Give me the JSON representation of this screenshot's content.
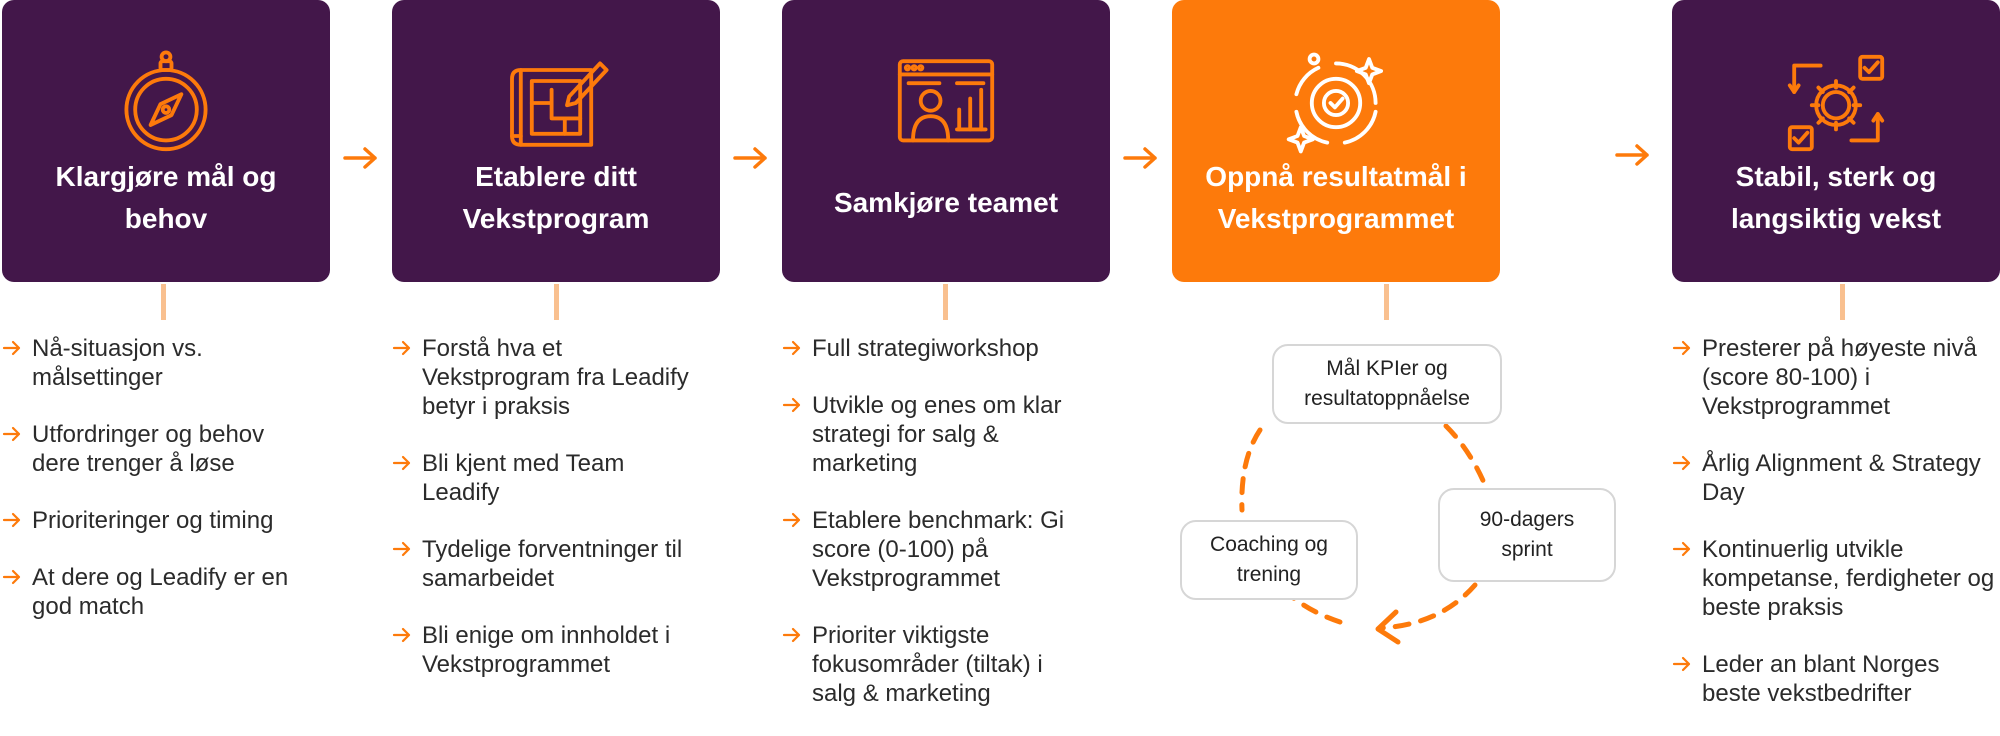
{
  "colors": {
    "dark": "#43174a",
    "accent": "#fd7a0b",
    "stem": "#f9c08f",
    "text": "#2b2b2b"
  },
  "steps": [
    {
      "title": "Klargjøre mål og behov",
      "icon": "compass-icon",
      "items": [
        "Nå-situasjon vs. målsettinger",
        "Utfordringer og behov dere trenger å løse",
        "Prioriteringer og timing",
        "At dere og Leadify er en god match"
      ]
    },
    {
      "title": "Etablere ditt Vekstprogram",
      "icon": "blueprint-pencil-icon",
      "items": [
        "Forstå hva et Vekstprogram fra Leadify betyr i praksis",
        "Bli kjent med Team Leadify",
        "Tydelige forventninger til samarbeidet",
        "Bli enige om innholdet i Vekstprogrammet"
      ]
    },
    {
      "title": "Samkjøre teamet",
      "icon": "presentation-chart-icon",
      "items": [
        "Full strategiworkshop",
        "Utvikle og enes om klar strategi for salg & marketing",
        "Etablere benchmark: Gi score (0-100) på Vekstprogrammet",
        "Prioriter viktigste fokusområder (tiltak) i salg & marketing"
      ]
    },
    {
      "title": "Oppnå resultatmål i Vekstprogrammet",
      "icon": "target-sparkle-icon",
      "cycle": [
        "Mål KPIer og resultatoppnåelse",
        "90-dagers sprint",
        "Coaching og trening"
      ]
    },
    {
      "title": "Stabil, sterk og langsiktig vekst",
      "icon": "gear-process-icon",
      "items": [
        "Presterer på høyeste nivå (score 80-100) i Vekstprogrammet",
        "Årlig Alignment & Strategy Day",
        "Kontinuerlig utvikle kompetanse, ferdigheter og beste praksis",
        "Leder an blant Norges beste vekstbedrifter"
      ]
    }
  ]
}
